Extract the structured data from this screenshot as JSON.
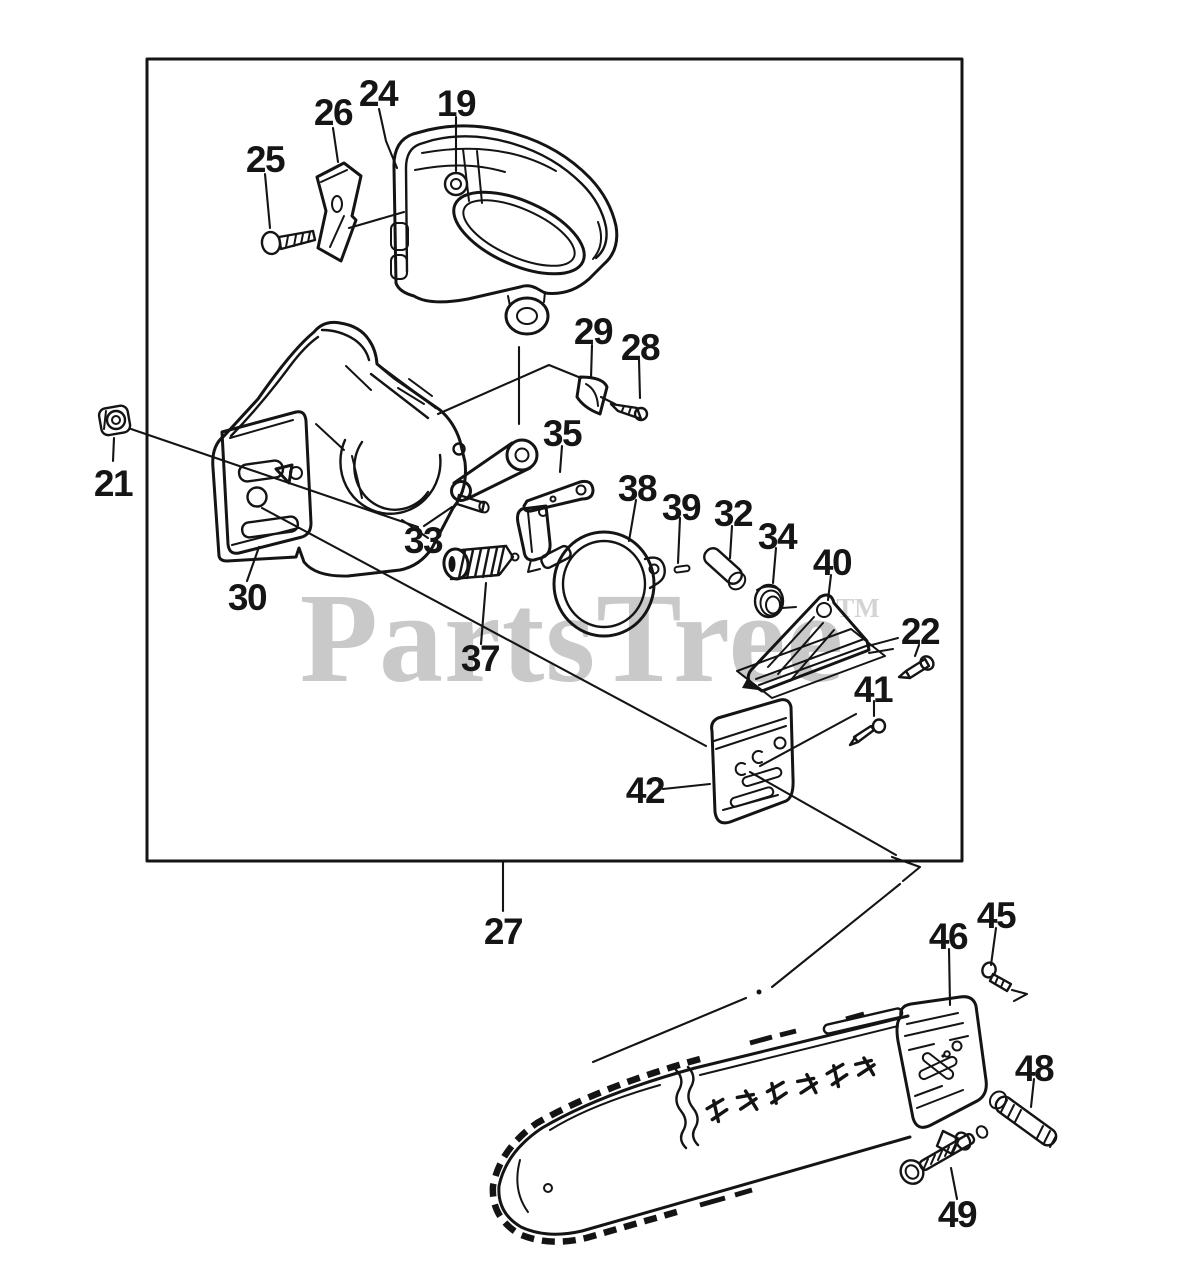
{
  "watermark": {
    "text": "PartsTree",
    "tm": "TM",
    "color": "#c9c9c9",
    "tm_color": "#d4d4d4"
  },
  "callouts": {
    "c19": "19",
    "c21": "21",
    "c22": "22",
    "c24": "24",
    "c25": "25",
    "c26": "26",
    "c27": "27",
    "c28": "28",
    "c29": "29",
    "c30": "30",
    "c32": "32",
    "c33": "33",
    "c34": "34",
    "c35": "35",
    "c37": "37",
    "c38": "38",
    "c39": "39",
    "c40": "40",
    "c41": "41",
    "c42": "42",
    "c45": "45",
    "c46": "46",
    "c48": "48",
    "c49": "49"
  }
}
